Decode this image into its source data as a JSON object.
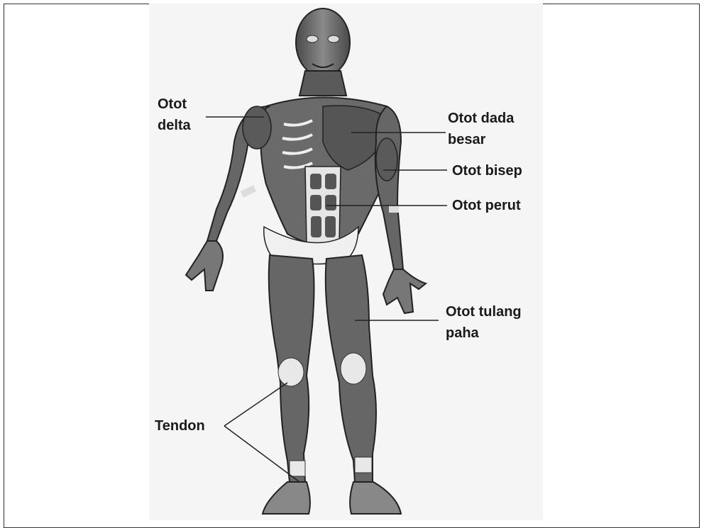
{
  "labels": {
    "delta": [
      "Otot",
      "delta"
    ],
    "dada": [
      "Otot dada",
      "besar"
    ],
    "bisep": "Otot bisep",
    "perut": "Otot perut",
    "paha": [
      "Otot tulang",
      "paha"
    ],
    "tendon": "Tendon"
  },
  "colors": {
    "muscle": "#6e6e6e",
    "muscle_dark": "#3a3a3a",
    "tendon": "#e8e8e8",
    "leader": "#222222"
  }
}
